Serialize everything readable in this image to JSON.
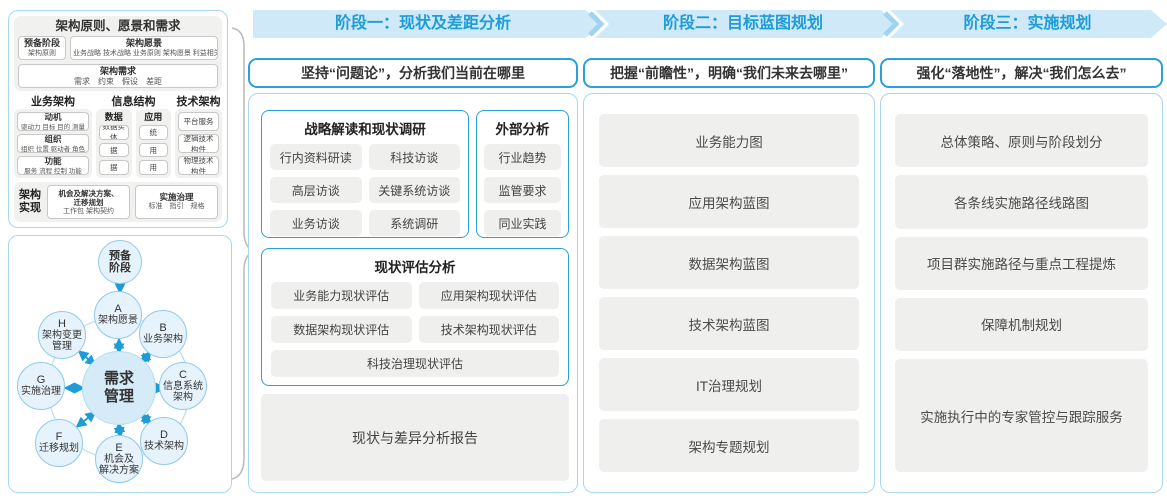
{
  "colors": {
    "accent_blue": "#1e9cd8",
    "band_blue": "#cfe9f8",
    "panel_border_blue": "#a9d7ef",
    "item_gray": "#efefee"
  },
  "left": {
    "principles": {
      "title": "架构原则、愿景和需求",
      "prep": {
        "title": "预备阶段",
        "sub": "架构原则"
      },
      "vision": {
        "title": "架构愿景",
        "sub": "业务战略 技术战略 业务原则 架构愿景 利益相关者"
      },
      "requirements": {
        "title": "架构需求",
        "sub": "需求　约束　假设　差距"
      },
      "business": {
        "title": "业务架构",
        "items": [
          {
            "title": "动机",
            "sub": "驱动力 目标 目的 测量"
          },
          {
            "title": "组织",
            "sub": "组织 位置 驱动者 角色"
          },
          {
            "title": "功能",
            "sub": "服务 流程 控制 功能"
          }
        ]
      },
      "information": {
        "title": "信息结构",
        "data_col": {
          "title": "数据",
          "items": [
            "数据实体",
            "逻辑数据\n构件",
            "物理数据\n构件"
          ]
        },
        "app_col": {
          "title": "应用",
          "items": [
            "信息系统\n服务",
            "逻辑应用\n构件",
            "物理应用\n构件"
          ]
        }
      },
      "technology": {
        "title": "技术架构",
        "items": [
          "平台服务",
          "逻辑技术\n构件",
          "物理技术\n构件"
        ]
      },
      "realization": {
        "label": "架构\n实现",
        "opportunity": {
          "title": "机会及解决方案、\n迁移规划",
          "sub": "工作包 架构契约"
        },
        "governance": {
          "title": "实施治理",
          "sub": "标准　指引　规格"
        }
      }
    },
    "adm": {
      "prep": "预备\n阶段",
      "center": "需求\n管理",
      "nodes": [
        {
          "letter": "A",
          "label": "架构愿景"
        },
        {
          "letter": "B",
          "label": "业务架构"
        },
        {
          "letter": "C",
          "label": "信息系统\n架构"
        },
        {
          "letter": "D",
          "label": "技术架构"
        },
        {
          "letter": "E",
          "label": "机会及\n解决方案"
        },
        {
          "letter": "F",
          "label": "迁移规划"
        },
        {
          "letter": "G",
          "label": "实施治理"
        },
        {
          "letter": "H",
          "label": "架构变更\n管理"
        }
      ]
    }
  },
  "phases": [
    {
      "title": "阶段一：现状及差距分析",
      "subtitle": "坚持“问题论”，分析我们当前在哪里",
      "research": {
        "title": "战略解读和现状调研",
        "items": [
          "行内资料研读",
          "科技访谈",
          "高层访谈",
          "关键系统访谈",
          "业务访谈",
          "系统调研"
        ]
      },
      "external": {
        "title": "外部分析",
        "items": [
          "行业趋势",
          "监管要求",
          "同业实践"
        ]
      },
      "assessment": {
        "title": "现状评估分析",
        "items": [
          "业务能力现状评估",
          "应用架构现状评估",
          "数据架构现状评估",
          "技术架构现状评估",
          "科技治理现状评估"
        ]
      },
      "report": "现状与差异分析报告"
    },
    {
      "title": "阶段二：目标蓝图规划",
      "subtitle": "把握“前瞻性”，明确“我们未来去哪里”",
      "items": [
        "业务能力图",
        "应用架构蓝图",
        "数据架构蓝图",
        "技术架构蓝图",
        "IT治理规划",
        "架构专题规划"
      ]
    },
    {
      "title": "阶段三：实施规划",
      "subtitle": "强化“落地性”，解决“我们怎么去”",
      "items": [
        "总体策略、原则与阶段划分",
        "各条线实施路径线路图",
        "项目群实施路径与重点工程提炼",
        "保障机制规划",
        "实施执行中的专家管控与跟踪服务"
      ]
    }
  ]
}
